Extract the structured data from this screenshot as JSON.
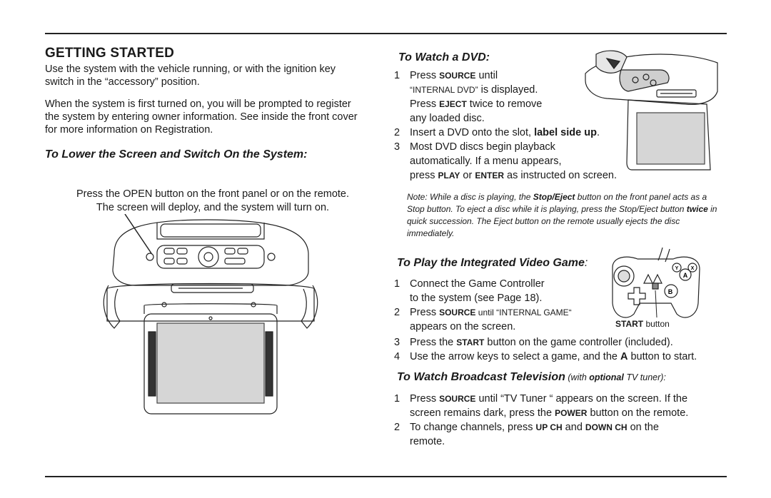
{
  "section_title": "GETTING STARTED",
  "intro": {
    "p1": "Use the system with the vehicle running, or with the ignition key switch in the “accessory” position.",
    "p2": "When the system is first turned on, you will be prompted to register the system by entering owner information. See inside the front cover for more information on Registration."
  },
  "lower_screen": {
    "heading": "To Lower the Screen and Switch On the System:",
    "line1": "Press the OPEN button on the front panel or on the remote.",
    "line2": "The screen will deploy, and the system will turn on."
  },
  "watch_dvd": {
    "heading": "To Watch a DVD:",
    "s1_num": "1",
    "s1_a": "Press ",
    "s1_source": "SOURCE",
    "s1_b": " until",
    "s1_internal": "“INTERNAL DVD”",
    "s1_c": " is displayed.",
    "s1_d": "Press ",
    "s1_eject": "EJECT",
    "s1_e": " twice to remove",
    "s1_f": "any loaded disc.",
    "s2_num": "2",
    "s2_a": "Insert a DVD onto the slot, ",
    "s2_bold": "label side up",
    "s2_b": ".",
    "s3_num": "3",
    "s3_a": "Most DVD discs begin playback",
    "s3_b": "automatically. If a menu appears,",
    "s3_c": "press ",
    "s3_play": "PLAY",
    "s3_d": " or ",
    "s3_enter": "ENTER",
    "s3_e": " as instructed on screen.",
    "note_a": "Note: While a disc is playing, the ",
    "note_stop": "Stop/Eject",
    "note_b": " button on the front panel acts as a Stop button. To eject a disc while it is playing, press the Stop/Eject button ",
    "note_twice": "twice",
    "note_c": " in quick succession. The Eject button on the remote usually ejects the disc immediately."
  },
  "video_game": {
    "heading": "To Play the Integrated Video Game",
    "heading_colon": ":",
    "s1_num": "1",
    "s1_a": "Connect the Game Controller",
    "s1_b": "to the system (see Page 18).",
    "s2_num": "2",
    "s2_a": "Press ",
    "s2_source": "SOURCE",
    "s2_b": " until “INTERNAL GAME“",
    "s2_c": "appears on the screen.",
    "start_label_bold": "START",
    "start_label_rest": " button",
    "s3_num": "3",
    "s3_a": "Press the ",
    "s3_start": "START",
    "s3_b": " button on the game controller (included).",
    "s4_num": "4",
    "s4_a": "Use the arrow keys to select a game, and the ",
    "s4_A": "A",
    "s4_b": " button to start.",
    "controller_buttons": [
      "Y",
      "X",
      "A",
      "B"
    ]
  },
  "broadcast_tv": {
    "heading": "To Watch Broadcast Television",
    "sub_a": " (with ",
    "sub_bold": "optional",
    "sub_b": " TV tuner):",
    "s1_num": "1",
    "s1_a": "Press ",
    "s1_source": "SOURCE",
    "s1_b": " until “TV Tuner “ appears on the screen. If the",
    "s1_c": "screen remains dark, press the ",
    "s1_power": "POWER",
    "s1_d": " button on the remote.",
    "s2_num": "2",
    "s2_a": "To change channels, press ",
    "s2_up": "UP CH",
    "s2_b": " and ",
    "s2_down": "DOWN CH",
    "s2_c": " on the",
    "s2_d": "remote."
  }
}
